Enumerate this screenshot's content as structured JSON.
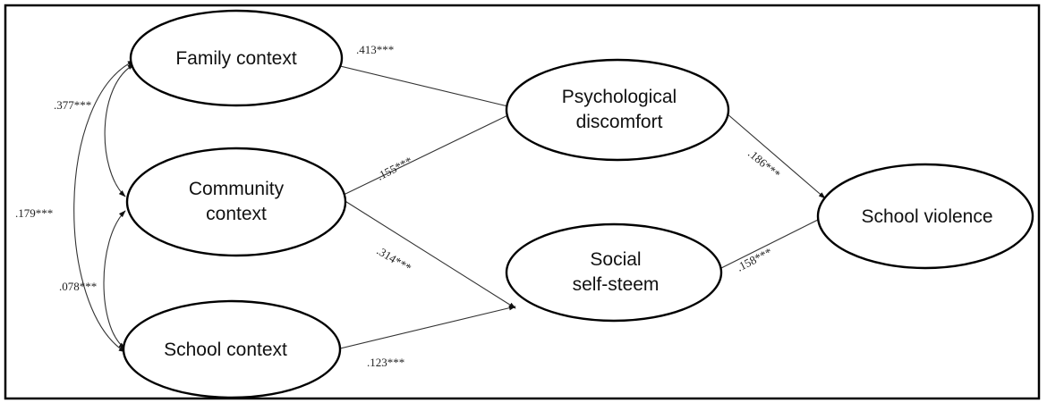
{
  "colors": {
    "stroke": "#000000",
    "edge": "#333333",
    "text": "#111111",
    "background": "#ffffff"
  },
  "nodes": {
    "family": {
      "line1": "Family context"
    },
    "community": {
      "line1": "Community",
      "line2": "context"
    },
    "school": {
      "line1": "School context"
    },
    "psych": {
      "line1": "Psychological",
      "line2": "discomfort"
    },
    "social": {
      "line1": "Social",
      "line2": "self-steem"
    },
    "violence": {
      "line1": "School violence"
    }
  },
  "paths": {
    "family_to_psych": ".413***",
    "community_to_psych": ".155***",
    "community_to_social": ".314***",
    "school_to_social": ".123***",
    "psych_to_violence": ".186***",
    "social_to_violence": ".158***"
  },
  "correlations": {
    "family_community": ".377***",
    "family_school": ".179***",
    "community_school": ".078***"
  }
}
